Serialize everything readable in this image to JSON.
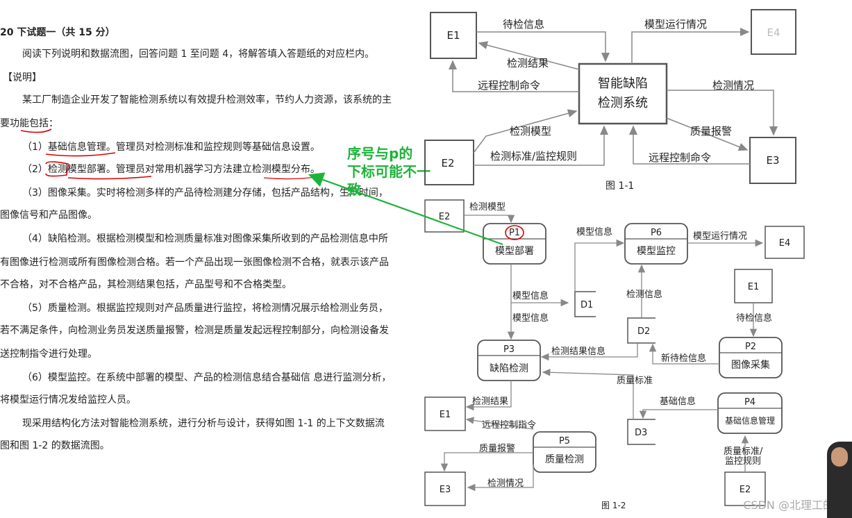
{
  "doc": {
    "title": "20 下试题一（共 15 分）",
    "intro": "阅读下列说明和数据流图，回答问题 1 至问题 4，将解答填入答题纸的对应栏内。",
    "section": "【说明】",
    "para1_line1": "某工厂制造企业开发了智能检测系统以有效提升检测效率，节约人力资源，该系统的主",
    "para1_line2": "要功能包括：",
    "item1": "（1）基础信息管理。管理员对检测标准和监控规则等基础信息设置。",
    "item2": "（2）检测模型部署。管理员对常用机器学习方法建立检测模型分布。",
    "item3_line1": "（3）图像采集。实时将检测多样的产品待检测建分存储，包括产品结构，生产时间，",
    "item3_line2": "图像信号和产品图像。",
    "item4_line1": "（4）缺陷检测。根据检测模型和检测质量标准对图像采集所收到的产品检测信息中所",
    "item4_line2": "有图像进行检测或所有图像检测合格。若一个产品出现一张图像检测不合格，就表示该产品",
    "item4_line3": "不合格，对不合格产品，其检测结果包括，产品型号和不合格类型。",
    "item5_line1": "（5）质量检测。根据监控规则对产品质量进行监控，将检测情况展示给检测业务员，",
    "item5_line2": "若不满足条件，向检测业务员发送质量报警，检测是质量发起远程控制部分，向检测设备发",
    "item5_line3": "送控制指令进行处理。",
    "item6_line1": "（6）模型监控。在系统中部署的模型、产品的检测信息结合基础信  息进行监测分析，",
    "item6_line2": "将模型运行情况发给监控人员。",
    "para2_line1": "现采用结构化方法对智能检测系统，进行分析与设计，获得如图 1-1 的上下文数据流",
    "para2_line2": "图和图 1-2 的数据流图。"
  },
  "annotation": {
    "line1": "序号与p的",
    "line2": "下标可能不一致"
  },
  "fig1": {
    "caption": "图 1-1",
    "system": [
      "智能缺陷",
      "检测系统"
    ],
    "entities": {
      "e1": "E1",
      "e2": "E2",
      "e3": "E3",
      "e4": "E4"
    },
    "flows": {
      "pending": "待检信息",
      "result": "检测结果",
      "remote1": "远程控制命令",
      "model": "检测模型",
      "standard": "检测标准/监控规则",
      "run": "模型运行情况",
      "status": "检测情况",
      "alarm": "质量报警",
      "remote2": "远程控制命令"
    }
  },
  "fig2": {
    "caption": "图 1-2",
    "processes": {
      "p1": {
        "id": "P1",
        "name": "模型部署"
      },
      "p2": {
        "id": "P2",
        "name": "图像采集"
      },
      "p3": {
        "id": "P3",
        "name": "缺陷检测"
      },
      "p4": {
        "id": "P4",
        "name": "基础信息管理"
      },
      "p5": {
        "id": "P5",
        "name": "质量检测"
      },
      "p6": {
        "id": "P6",
        "name": "模型监控"
      }
    },
    "stores": {
      "d1": "D1",
      "d2": "D2",
      "d3": "D3"
    },
    "entities": {
      "e1": "E1",
      "e2a": "E2",
      "e2b": "E2",
      "e3": "E3",
      "e4": "E4",
      "e1b": "E1"
    },
    "flows": {
      "f1": "检测模型",
      "f2": "模型信息",
      "f3": "模型信息",
      "f4": "模型信息",
      "f5": "模型运行情况",
      "f6": "检测信息",
      "f7": "待检信息",
      "f8": "新待检信息",
      "f9": "检测结果信息",
      "f10": "质量标准",
      "f11": "基础信息",
      "f12": "检测结果",
      "f13": "远程控制指令",
      "f14": "质量报警",
      "f15": "检测情况",
      "f16a": "质量标准/",
      "f16b": "监控规则"
    }
  },
  "watermark": "CSDN @北理工的仔"
}
